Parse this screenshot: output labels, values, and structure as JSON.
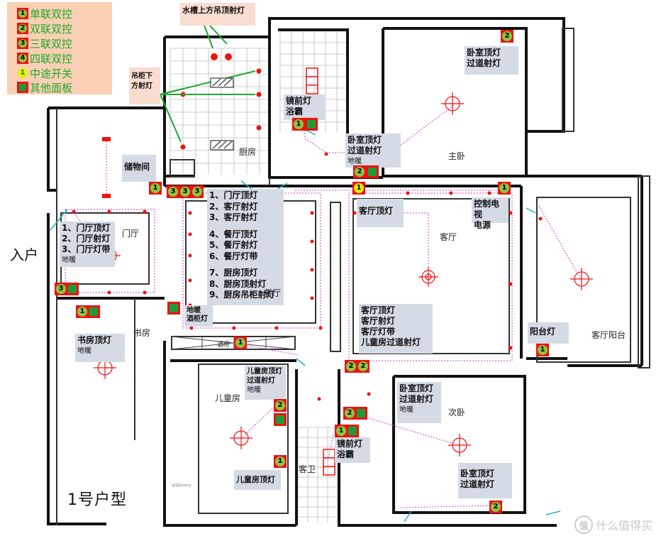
{
  "legend": {
    "items": [
      {
        "symbol": "1",
        "label": "单联双控",
        "kind": "switch"
      },
      {
        "symbol": "2",
        "label": "双联双控",
        "kind": "switch"
      },
      {
        "symbol": "3",
        "label": "三联双控",
        "kind": "switch"
      },
      {
        "symbol": "4",
        "label": "四联双控",
        "kind": "switch"
      },
      {
        "symbol": "1",
        "label": "中途开关",
        "kind": "intermediate"
      },
      {
        "symbol": "",
        "label": "其他面板",
        "kind": "panel"
      }
    ]
  },
  "notes": {
    "sink_lights": "水槽上方吊顶射灯",
    "cabinet_lights": "吊柜下方射灯"
  },
  "tags": {
    "bath_main": [
      "镜前灯",
      "浴霸"
    ],
    "master_top": [
      "卧室顶灯",
      "过道射灯"
    ],
    "master_door": [
      "卧室顶灯",
      "过道射灯"
    ],
    "master_door_extra": "地暖",
    "storage": "储物间",
    "dining_list": [
      "1、门厅顶灯",
      "2、客厅射灯",
      "3、客厅射灯",
      "4、餐厅顶灯",
      "5、餐厅射灯",
      "6、餐厅灯带",
      "7、厨房顶灯",
      "8、厨房顶射灯",
      "9、厨房吊柜射灯"
    ],
    "foyer_list": [
      "1、门厅顶灯",
      "2、门厅射灯",
      "3、门厅灯带"
    ],
    "foyer_extra": "地暖",
    "dining_floor": [
      "地暖",
      "酒柜灯"
    ],
    "living_top": "客厅顶灯",
    "tv_power": [
      "控制电视",
      "电源"
    ],
    "living_list": [
      "客厅顶灯",
      "客厅射灯",
      "客厅灯带",
      "儿童房过道射灯"
    ],
    "study": "书房顶灯",
    "study_extra": "地暖",
    "balcony": "阳台灯",
    "kids_door": [
      "儿童房顶灯",
      "过道射灯"
    ],
    "kids_door_extra": "地暖",
    "kids_top": "儿童房顶灯",
    "bath_guest": [
      "镜前灯",
      "浴霸"
    ],
    "second_top": [
      "卧室顶灯",
      "过道射灯"
    ],
    "second_extra": "地暖",
    "second_door": [
      "卧室顶灯",
      "过道射灯"
    ]
  },
  "rooms": {
    "kitchen": "厨房",
    "master": "主卧",
    "foyer": "门厅",
    "dining": "餐厅",
    "living": "客厅",
    "study": "书房",
    "balcony": "客厅阳台",
    "kids": "儿童房",
    "second": "次卧",
    "guest_bath": "客卫",
    "wine": "酒柜"
  },
  "labels": {
    "entrance": "入户",
    "unit": "1号户型",
    "watermark": "什么值得买",
    "watermark_logo": "值",
    "dim": "-490mm"
  },
  "colors": {
    "switch_red": "#ee1111",
    "switch_green": "#8dc63f",
    "intermediate_yellow": "#e8f000",
    "panel_green": "#1f9a3a",
    "legend_bg": "#f9d0b4",
    "wire_magenta": "#d23cd2",
    "arrow_green": "#1fa830",
    "tag_bg": "#d5dbe5"
  }
}
